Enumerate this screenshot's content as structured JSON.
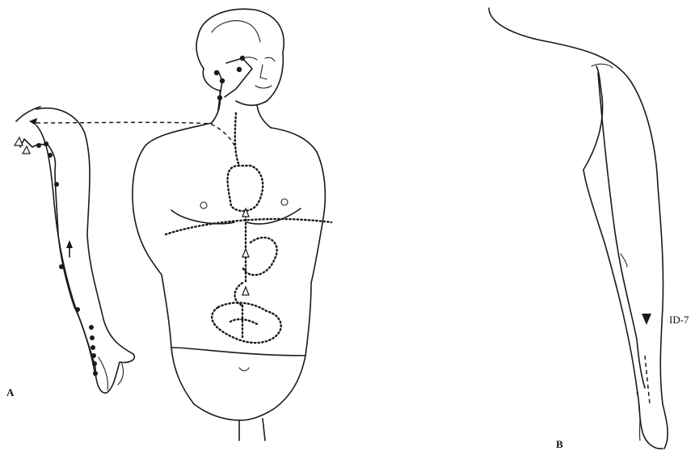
{
  "panels": [
    {
      "id": "A",
      "label": "A"
    },
    {
      "id": "B",
      "label": "B"
    }
  ],
  "callouts": {
    "point": "ID-7"
  },
  "colors": {
    "ink": "#1a1a1a",
    "paper": "#ffffff"
  }
}
